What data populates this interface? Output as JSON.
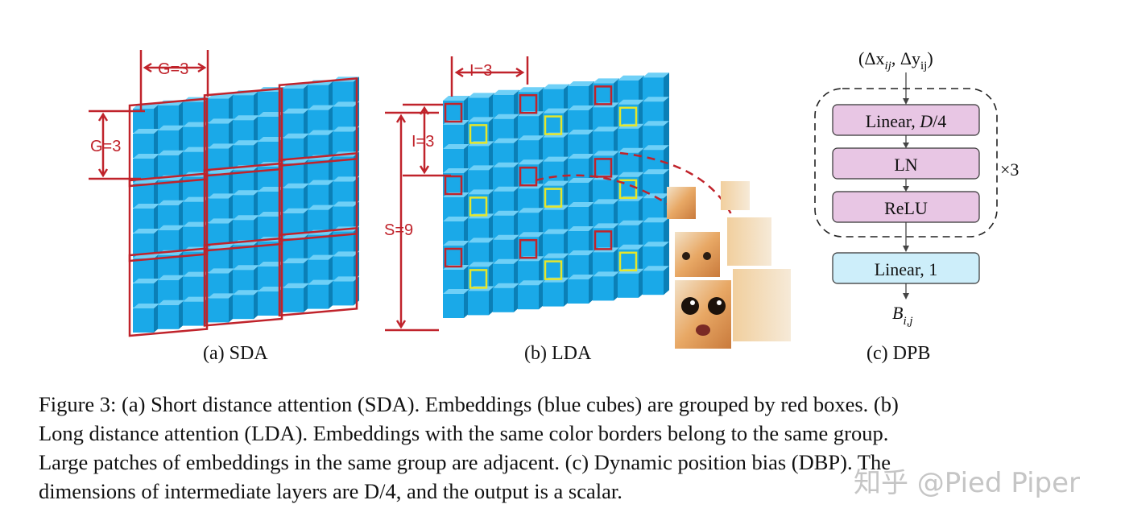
{
  "figure": {
    "sda": {
      "label": "(a) SDA",
      "group_label_top": "G=3",
      "group_label_left": "G=3",
      "grid_size": 9,
      "group_size": 3
    },
    "lda": {
      "label": "(b) LDA",
      "interval_label_top": "I=3",
      "interval_label_left": "I=3",
      "span_label": "S=9",
      "grid_size": 9,
      "interval": 3
    },
    "dpb": {
      "label": "(c) DPB",
      "input_label": "(Δx",
      "input_sub1": "ij",
      "input_mid": ", Δy",
      "input_sub2": "ij",
      "input_end": ")",
      "layer1_text": "Linear, ",
      "layer1_italic": "D",
      "layer1_end": "/4",
      "layer2": "LN",
      "layer3": "ReLU",
      "repeat": "×3",
      "output_layer": "Linear, 1",
      "output_label": "B",
      "output_sub": "i,j"
    },
    "colors": {
      "cube_front": "#1aa9e8",
      "cube_top": "#6fd0f7",
      "cube_side": "#0b7fb6",
      "red_box": "#c0232b",
      "yellow_box": "#e6e62a",
      "pink_box": "#e8c6e4",
      "blue_box": "#cdeefa"
    }
  },
  "caption": {
    "line1": "Figure 3: (a) Short distance attention (SDA). Embeddings (blue cubes) are grouped by red boxes. (b)",
    "line2": "Long distance attention (LDA). Embeddings with the same color borders belong to the same group.",
    "line3": "Large patches of embeddings in the same group are adjacent. (c) Dynamic position bias (DBP). The",
    "line4": "dimensions of intermediate layers are D/4, and the output is a scalar."
  },
  "watermark": "知乎 @Pied Piper"
}
